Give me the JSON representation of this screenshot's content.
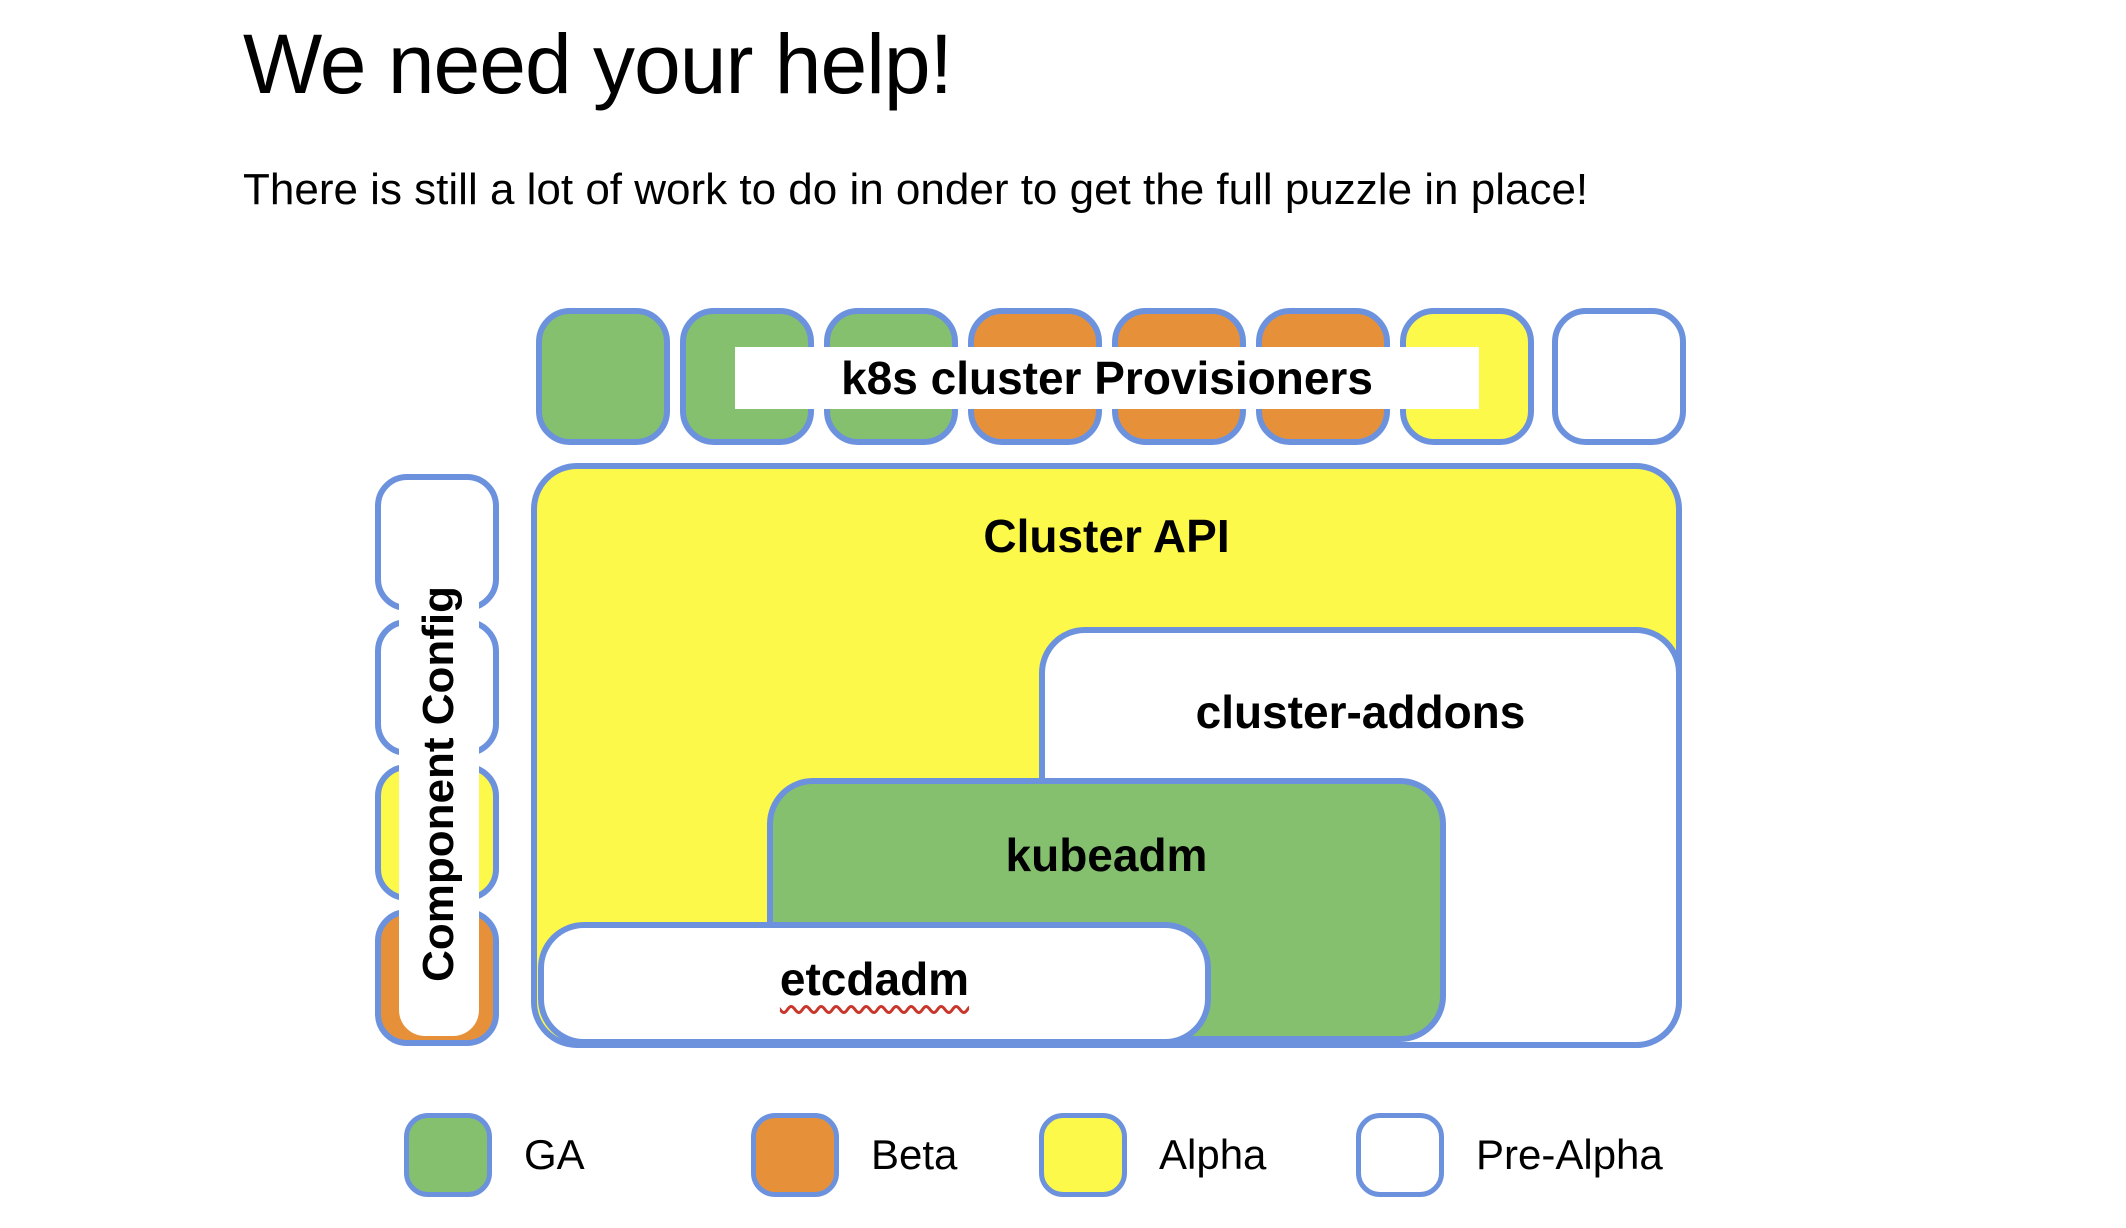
{
  "slide": {
    "title": "We need your help!",
    "subtitle": "There is still a lot of work to do in onder to get the full puzzle in place!"
  },
  "colors": {
    "ga_green": "#85C06E",
    "beta_orange": "#E6913A",
    "alpha_yellow": "#FCF94A",
    "pre_alpha_white": "#FFFFFF",
    "border_blue": "#6C92DE",
    "spellcheck_red": "#C9372C"
  },
  "diagram": {
    "provisioners_row": {
      "label": "k8s cluster Provisioners",
      "squares": [
        "ga",
        "ga",
        "ga",
        "beta",
        "beta",
        "beta",
        "alpha",
        "pre-alpha"
      ]
    },
    "component_config": {
      "label": "Component Config",
      "squares": [
        "pre-alpha",
        "pre-alpha",
        "alpha",
        "beta"
      ]
    },
    "boxes": [
      {
        "label": "Cluster API",
        "status": "alpha"
      },
      {
        "label": "cluster-addons",
        "status": "pre-alpha"
      },
      {
        "label": "kubeadm",
        "status": "ga"
      },
      {
        "label": "etcdadm",
        "status": "pre-alpha",
        "spellcheck_underline": true
      }
    ]
  },
  "legend": {
    "items": [
      {
        "label": "GA",
        "status": "ga"
      },
      {
        "label": "Beta",
        "status": "beta"
      },
      {
        "label": "Alpha",
        "status": "alpha"
      },
      {
        "label": "Pre-Alpha",
        "status": "pre-alpha"
      }
    ]
  }
}
